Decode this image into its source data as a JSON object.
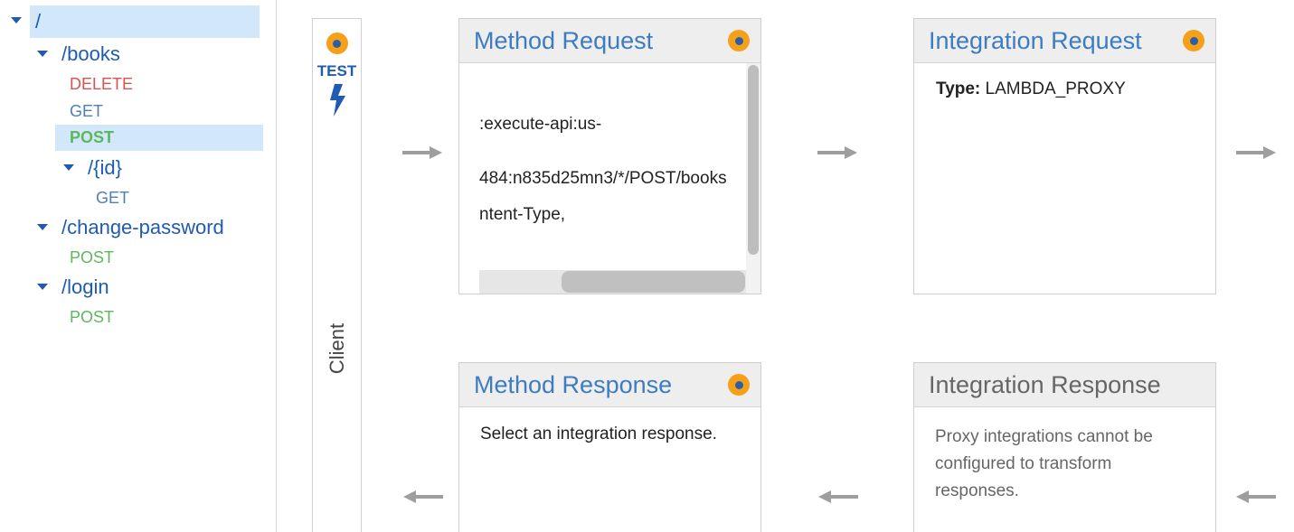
{
  "tree": {
    "root": {
      "label": "/"
    },
    "books": {
      "label": "/books",
      "methods": {
        "delete": "DELETE",
        "get": "GET",
        "post": "POST"
      }
    },
    "id": {
      "label": "/{id}",
      "methods": {
        "get": "GET"
      }
    },
    "change_password": {
      "label": "/change-password",
      "methods": {
        "post": "POST"
      }
    },
    "login": {
      "label": "/login",
      "methods": {
        "post": "POST"
      }
    }
  },
  "client": {
    "test_label": "TEST",
    "label": "Client"
  },
  "method_request": {
    "title": "Method Request",
    "lines": [
      ":execute-api:us-",
      "484:n835d25mn3/*/POST/books",
      "ntent-Type,"
    ]
  },
  "integration_request": {
    "title": "Integration Request",
    "type_key": "Type:",
    "type_value": "LAMBDA_PROXY"
  },
  "method_response": {
    "title": "Method Response",
    "text": "Select an integration response."
  },
  "integration_response": {
    "title": "Integration Response",
    "text": "Proxy integrations cannot be configured to transform responses."
  },
  "colors": {
    "link_blue": "#1f5bb4",
    "title_blue": "#3d7cc1",
    "delete_red": "#d9534f",
    "post_green": "#5cb85c",
    "selected_bg": "#d3e7fb",
    "dot_orange": "#f6a01a"
  },
  "icons": [
    "caret-down-icon",
    "info-dot-icon",
    "lightning-bolt-icon",
    "arrow-right-icon",
    "arrow-left-icon"
  ]
}
